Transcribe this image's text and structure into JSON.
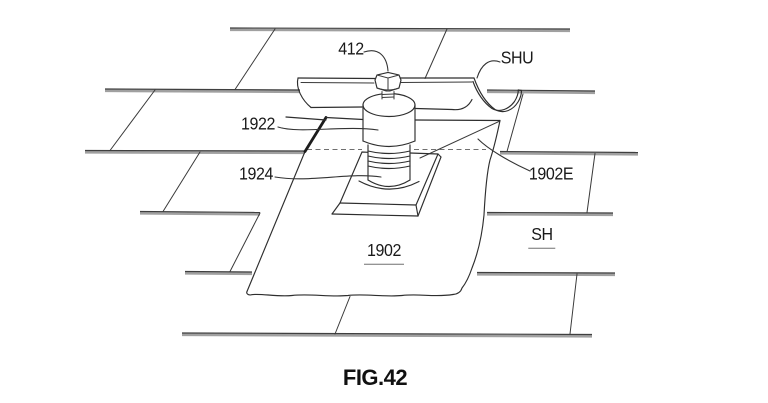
{
  "figure": {
    "caption": "FIG.42",
    "background": "#ffffff",
    "line_color": "#2e2e2e",
    "labels": [
      {
        "text": "412",
        "underlined": false
      },
      {
        "text": "SHU",
        "underlined": false
      },
      {
        "text": "1922",
        "underlined": false
      },
      {
        "text": "1924",
        "underlined": false
      },
      {
        "text": "1902E",
        "underlined": false
      },
      {
        "text": "1902",
        "underlined": true
      },
      {
        "text": "SH",
        "underlined": true
      }
    ]
  }
}
